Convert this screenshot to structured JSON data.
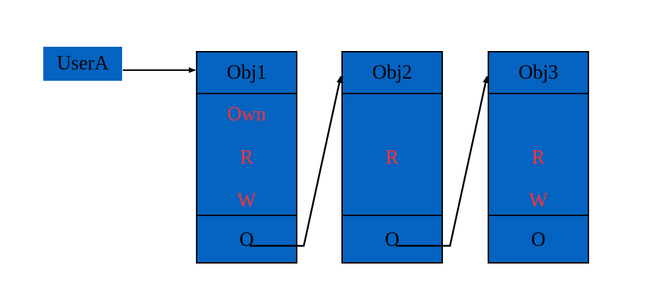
{
  "user": {
    "label": "UserA"
  },
  "objects": [
    {
      "name": "Obj1",
      "rights": [
        "Own",
        "R",
        "W"
      ],
      "pointer": "O"
    },
    {
      "name": "Obj2",
      "rights": [
        "",
        "R",
        ""
      ],
      "pointer": "O"
    },
    {
      "name": "Obj3",
      "rights": [
        "",
        "R",
        "W"
      ],
      "pointer": "O"
    }
  ],
  "colors": {
    "box_fill": "#0563C1",
    "rights_text": "#FF3333",
    "border": "#000000"
  }
}
